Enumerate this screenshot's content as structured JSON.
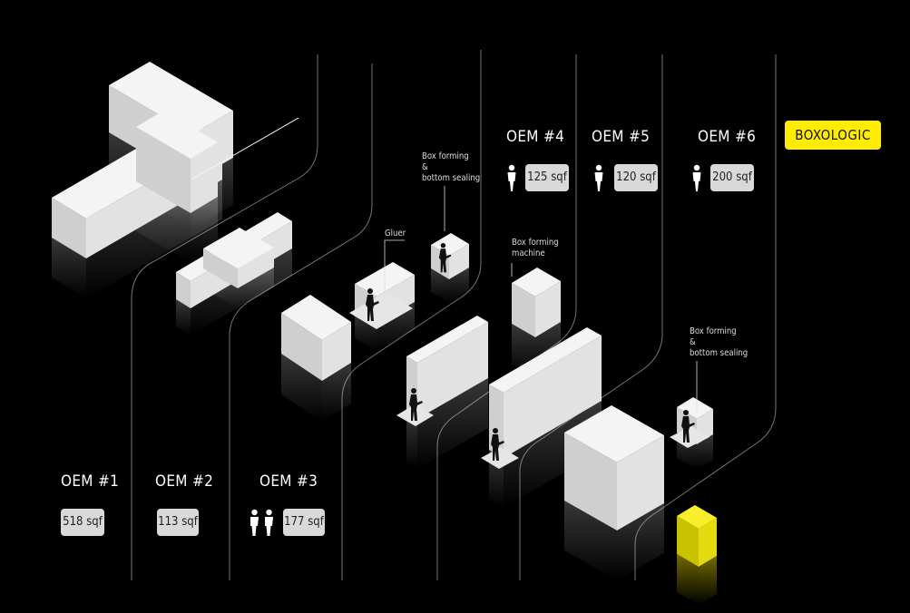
{
  "oems": [
    {
      "name": "OEM #1",
      "area": "518 sqf"
    },
    {
      "name": "OEM #2",
      "area": "113 sqf"
    },
    {
      "name": "OEM #3",
      "area": "177 sqf"
    },
    {
      "name": "OEM #4",
      "area": "125 sqf"
    },
    {
      "name": "OEM #5",
      "area": "120 sqf"
    },
    {
      "name": "OEM #6",
      "area": "200 sqf"
    }
  ],
  "brand": "BOXOLOGIC",
  "annotations": {
    "box_forming_bottom_sealing_1": [
      "Box forming",
      "&",
      "bottom sealing"
    ],
    "gluer": [
      "Gluer"
    ],
    "box_forming_machine": [
      "Box forming",
      "machine"
    ],
    "box_forming_bottom_sealing_2": [
      "Box forming",
      "&",
      "bottom sealing"
    ]
  },
  "colors": {
    "background": "#000000",
    "machine_top": "#f4f4f4",
    "machine_left": "#cfcfcf",
    "machine_right": "#e2e2e2",
    "brand_accent": "#ffec00",
    "badge_bg": "#d9d9d9",
    "connector_line": "#8a8a8a"
  },
  "icons": [
    "person-icon",
    "operator-silhouette-icon"
  ]
}
